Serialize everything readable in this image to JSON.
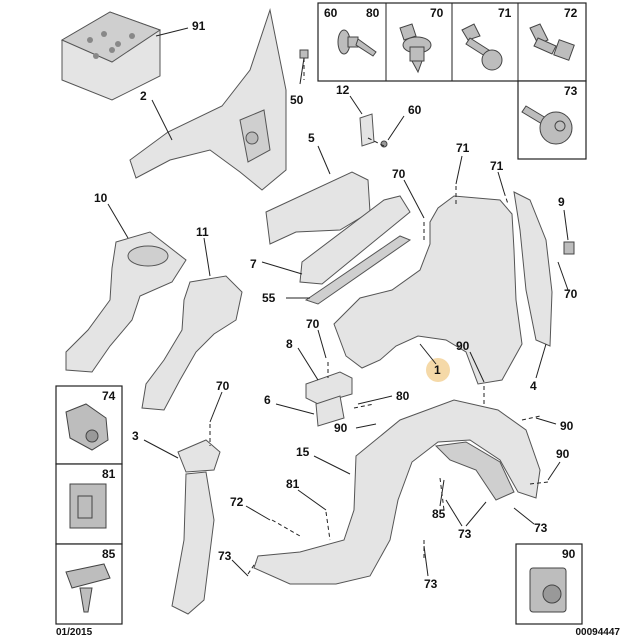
{
  "diagram": {
    "date": "01/2015",
    "reference": "00094447",
    "colors": {
      "highlight": "#f5d9a8",
      "part_fill": "#e4e4e4",
      "outline": "#555555"
    },
    "hardware_boxes_top": [
      {
        "id": "box-60-80",
        "labels": [
          "60",
          "80"
        ]
      },
      {
        "id": "box-70",
        "labels": [
          "70"
        ]
      },
      {
        "id": "box-71",
        "labels": [
          "71"
        ]
      },
      {
        "id": "box-72",
        "labels": [
          "72"
        ]
      },
      {
        "id": "box-73",
        "labels": [
          "73"
        ]
      }
    ],
    "side_boxes": [
      {
        "id": "box-74",
        "labels": [
          "74"
        ]
      },
      {
        "id": "box-81",
        "labels": [
          "81"
        ]
      },
      {
        "id": "box-85",
        "labels": [
          "85"
        ]
      },
      {
        "id": "box-90",
        "labels": [
          "90"
        ]
      }
    ],
    "callouts": [
      {
        "id": "c91",
        "label": "91"
      },
      {
        "id": "c2",
        "label": "2"
      },
      {
        "id": "c50",
        "label": "50"
      },
      {
        "id": "c12",
        "label": "12"
      },
      {
        "id": "c60",
        "label": "60"
      },
      {
        "id": "c5",
        "label": "5"
      },
      {
        "id": "c71a",
        "label": "71"
      },
      {
        "id": "c71b",
        "label": "71"
      },
      {
        "id": "c70a",
        "label": "70"
      },
      {
        "id": "c9",
        "label": "9"
      },
      {
        "id": "c70b",
        "label": "70"
      },
      {
        "id": "c10",
        "label": "10"
      },
      {
        "id": "c11",
        "label": "11"
      },
      {
        "id": "c7",
        "label": "7"
      },
      {
        "id": "c55",
        "label": "55"
      },
      {
        "id": "c70c",
        "label": "70"
      },
      {
        "id": "c1",
        "label": "1"
      },
      {
        "id": "c90a",
        "label": "90"
      },
      {
        "id": "c4",
        "label": "4"
      },
      {
        "id": "c8",
        "label": "8"
      },
      {
        "id": "c70d",
        "label": "70"
      },
      {
        "id": "c6",
        "label": "6"
      },
      {
        "id": "c80",
        "label": "80"
      },
      {
        "id": "c90b",
        "label": "90"
      },
      {
        "id": "c90c",
        "label": "90"
      },
      {
        "id": "c3",
        "label": "3"
      },
      {
        "id": "c15",
        "label": "15"
      },
      {
        "id": "c90d",
        "label": "90"
      },
      {
        "id": "c81",
        "label": "81"
      },
      {
        "id": "c72",
        "label": "72"
      },
      {
        "id": "c85",
        "label": "85"
      },
      {
        "id": "c73a",
        "label": "73"
      },
      {
        "id": "c73b",
        "label": "73"
      },
      {
        "id": "c73c",
        "label": "73"
      },
      {
        "id": "c73d",
        "label": "73"
      }
    ]
  }
}
